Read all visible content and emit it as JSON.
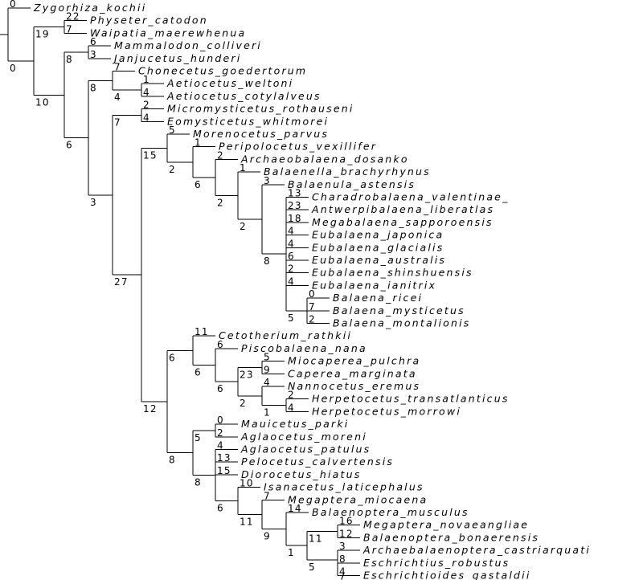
{
  "tree": {
    "name": "",
    "bl": "",
    "children": [
      {
        "name": "Zygorhiza_kochii",
        "bl": "0"
      },
      {
        "name": "",
        "bl": "0",
        "children": [
          {
            "name": "",
            "bl": "19",
            "children": [
              {
                "name": "Physeter_catodon",
                "bl": "22"
              },
              {
                "name": "Waipatia_maerewhenua",
                "bl": "7"
              }
            ]
          },
          {
            "name": "",
            "bl": "10",
            "children": [
              {
                "name": "",
                "bl": "8",
                "children": [
                  {
                    "name": "Mammalodon_colliveri",
                    "bl": "6"
                  },
                  {
                    "name": "Janjucetus_hunderi",
                    "bl": "3"
                  }
                ]
              },
              {
                "name": "",
                "bl": "6",
                "children": [
                  {
                    "name": "",
                    "bl": "8",
                    "children": [
                      {
                        "name": "Chonecetus_goedertorum",
                        "bl": "7"
                      },
                      {
                        "name": "",
                        "bl": "4",
                        "children": [
                          {
                            "name": "Aetiocetus_weltoni",
                            "bl": "1"
                          },
                          {
                            "name": "Aetiocetus_cotylalveus",
                            "bl": "4"
                          }
                        ]
                      }
                    ]
                  },
                  {
                    "name": "",
                    "bl": "3",
                    "children": [
                      {
                        "name": "",
                        "bl": "7",
                        "children": [
                          {
                            "name": "Micromysticetus_rothauseni",
                            "bl": "2"
                          },
                          {
                            "name": "Eomysticetus_whitmorei",
                            "bl": "4"
                          }
                        ]
                      },
                      {
                        "name": "",
                        "bl": "27",
                        "children": [
                          {
                            "name": "",
                            "bl": "15",
                            "children": [
                              {
                                "name": "Morenocetus_parvus",
                                "bl": "5"
                              },
                              {
                                "name": "",
                                "bl": "2",
                                "children": [
                                  {
                                    "name": "Peripolocetus_vexillifer",
                                    "bl": "1"
                                  },
                                  {
                                    "name": "",
                                    "bl": "6",
                                    "children": [
                                      {
                                        "name": "Archaeobalaena_dosanko",
                                        "bl": "2"
                                      },
                                      {
                                        "name": "",
                                        "bl": "2",
                                        "children": [
                                          {
                                            "name": "Balaenella_brachyrhynus",
                                            "bl": "1"
                                          },
                                          {
                                            "name": "",
                                            "bl": "2",
                                            "children": [
                                              {
                                                "name": "Balaenula_astensis",
                                                "bl": "3"
                                              },
                                              {
                                                "name": "",
                                                "bl": "8",
                                                "children": [
                                                  {
                                                    "name": "Charadrobalaena_valentinae_",
                                                    "bl": "13"
                                                  },
                                                  {
                                                    "name": "Antwerpibalaena_liberatlas",
                                                    "bl": "23"
                                                  },
                                                  {
                                                    "name": "Megabalaena_sapporoensis",
                                                    "bl": "18"
                                                  },
                                                  {
                                                    "name": "Eubalaena_japonica",
                                                    "bl": "4"
                                                  },
                                                  {
                                                    "name": "Eubalaena_glacialis",
                                                    "bl": "4"
                                                  },
                                                  {
                                                    "name": "Eubalaena_australis",
                                                    "bl": "6"
                                                  },
                                                  {
                                                    "name": "Eubalaena_shinshuensis",
                                                    "bl": "2"
                                                  },
                                                  {
                                                    "name": "Eubalaena_ianitrix",
                                                    "bl": "4"
                                                  },
                                                  {
                                                    "name": "",
                                                    "bl": "5",
                                                    "children": [
                                                      {
                                                        "name": "Balaena_ricei",
                                                        "bl": "0"
                                                      },
                                                      {
                                                        "name": "Balaena_mysticetus",
                                                        "bl": "7"
                                                      },
                                                      {
                                                        "name": "Balaena_montalionis",
                                                        "bl": "2"
                                                      }
                                                    ]
                                                  }
                                                ]
                                              }
                                            ]
                                          }
                                        ]
                                      }
                                    ]
                                  }
                                ]
                              }
                            ]
                          },
                          {
                            "name": "",
                            "bl": "12",
                            "children": [
                              {
                                "name": "",
                                "bl": "6",
                                "children": [
                                  {
                                    "name": "Cetotherium_rathkii",
                                    "bl": "11"
                                  },
                                  {
                                    "name": "",
                                    "bl": "6",
                                    "children": [
                                      {
                                        "name": "Piscobalaena_nana",
                                        "bl": "6"
                                      },
                                      {
                                        "name": "",
                                        "bl": "6",
                                        "children": [
                                          {
                                            "name": "",
                                            "bl": "23",
                                            "children": [
                                              {
                                                "name": "Miocaperea_pulchra",
                                                "bl": "5"
                                              },
                                              {
                                                "name": "Caperea_marginata",
                                                "bl": "9"
                                              }
                                            ]
                                          },
                                          {
                                            "name": "",
                                            "bl": "2",
                                            "children": [
                                              {
                                                "name": "Nannocetus_eremus",
                                                "bl": "4"
                                              },
                                              {
                                                "name": "",
                                                "bl": "1",
                                                "children": [
                                                  {
                                                    "name": "Herpetocetus_transatlanticus",
                                                    "bl": "2"
                                                  },
                                                  {
                                                    "name": "Herpetocetus_morrowi",
                                                    "bl": "4"
                                                  }
                                                ]
                                              }
                                            ]
                                          }
                                        ]
                                      }
                                    ]
                                  }
                                ]
                              },
                              {
                                "name": "",
                                "bl": "8",
                                "children": [
                                  {
                                    "name": "",
                                    "bl": "5",
                                    "children": [
                                      {
                                        "name": "Mauicetus_parki",
                                        "bl": "0"
                                      },
                                      {
                                        "name": "Aglaocetus_moreni",
                                        "bl": "2"
                                      }
                                    ]
                                  },
                                  {
                                    "name": "",
                                    "bl": "8",
                                    "children": [
                                      {
                                        "name": "Aglaocetus_patulus",
                                        "bl": "4"
                                      },
                                      {
                                        "name": "Pelocetus_calvertensis",
                                        "bl": "13"
                                      },
                                      {
                                        "name": "Diorocetus_hiatus",
                                        "bl": "15"
                                      },
                                      {
                                        "name": "",
                                        "bl": "6",
                                        "children": [
                                          {
                                            "name": "Isanacetus_laticephalus",
                                            "bl": "10"
                                          },
                                          {
                                            "name": "",
                                            "bl": "11",
                                            "children": [
                                              {
                                                "name": "Megaptera_miocaena",
                                                "bl": "7"
                                              },
                                              {
                                                "name": "",
                                                "bl": "9",
                                                "children": [
                                                  {
                                                    "name": "Balaenoptera_musculus",
                                                    "bl": "14"
                                                  },
                                                  {
                                                    "name": "",
                                                    "bl": "1",
                                                    "children": [
                                                      {
                                                        "name": "",
                                                        "bl": "11",
                                                        "children": [
                                                          {
                                                            "name": "Megaptera_novaeangliae",
                                                            "bl": "16"
                                                          },
                                                          {
                                                            "name": "Balaenoptera_bonaerensis",
                                                            "bl": "12"
                                                          }
                                                        ]
                                                      },
                                                      {
                                                        "name": "",
                                                        "bl": "5",
                                                        "children": [
                                                          {
                                                            "name": "Archaebalaenoptera_castriarquati",
                                                            "bl": "3"
                                                          },
                                                          {
                                                            "name": "",
                                                            "bl": "7",
                                                            "children": [
                                                              {
                                                                "name": "Eschrichtius_robustus",
                                                                "bl": "8"
                                                              },
                                                              {
                                                                "name": "Eschrichtioides_gastaldii",
                                                                "bl": "4"
                                                              }
                                                            ]
                                                          }
                                                        ]
                                                      }
                                                    ]
                                                  }
                                                ]
                                              }
                                            ]
                                          }
                                        ]
                                      }
                                    ]
                                  }
                                ]
                              }
                            ]
                          }
                        ]
                      }
                    ]
                  }
                ]
              }
            ]
          }
        ]
      }
    ]
  }
}
